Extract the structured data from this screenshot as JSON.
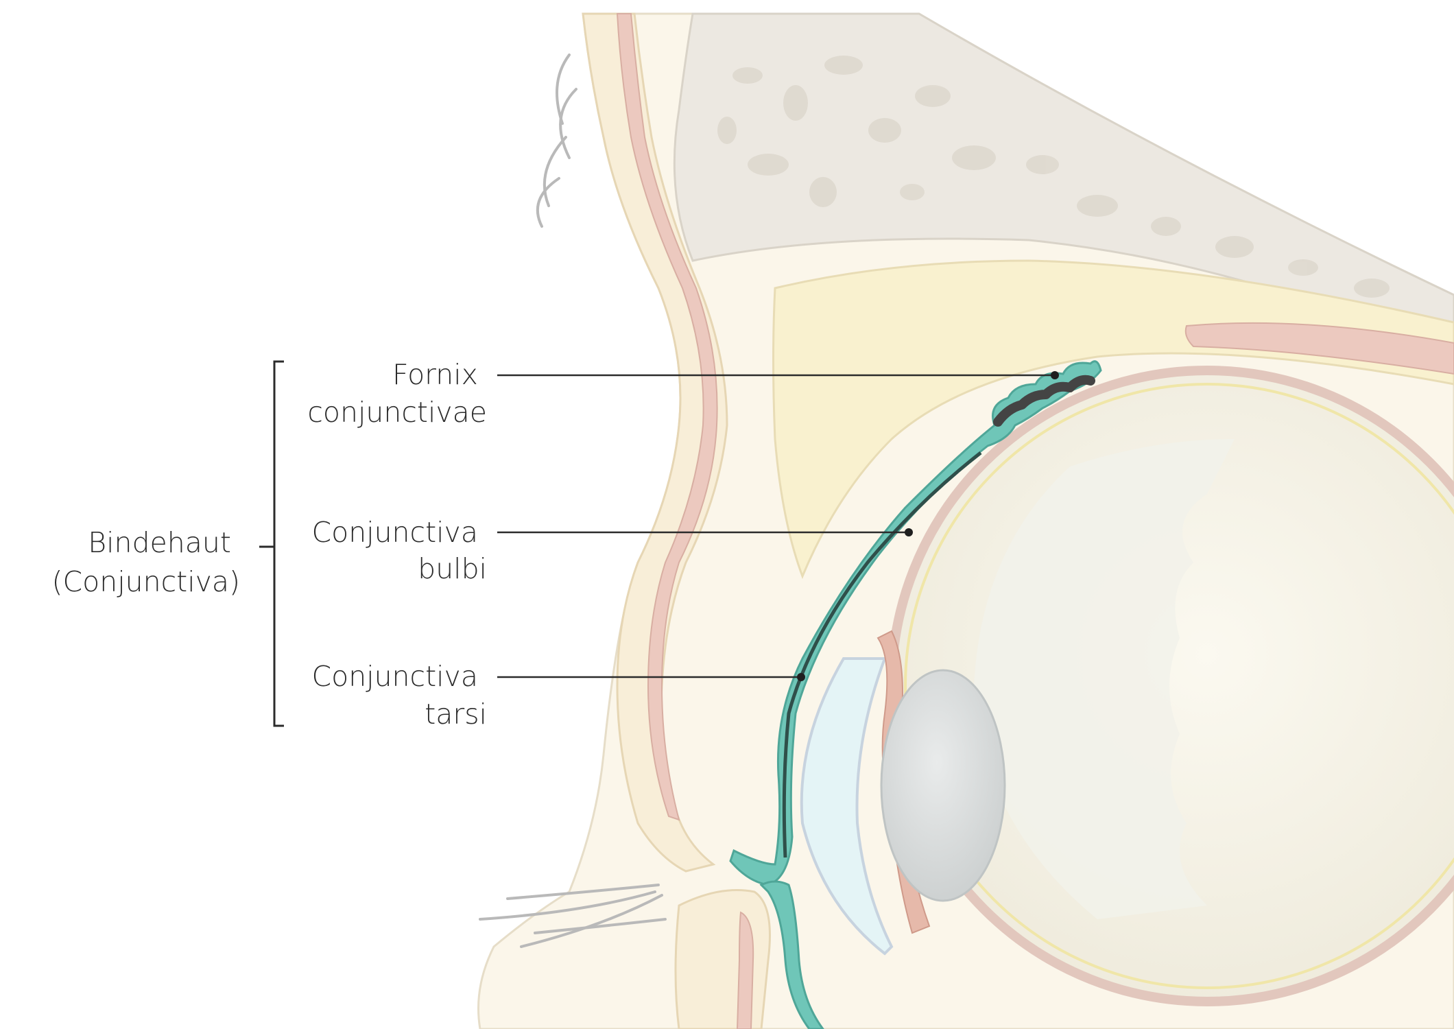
{
  "group_label": {
    "line1": "Bindehaut",
    "line2": "(Conjunctiva)"
  },
  "labels": [
    {
      "id": "fornix",
      "line1": "Fornix",
      "line2": "conjunctivae"
    },
    {
      "id": "bulbi",
      "line1": "Conjunctiva",
      "line2": "bulbi"
    },
    {
      "id": "tarsi",
      "line1": "Conjunctiva",
      "line2": "tarsi"
    }
  ],
  "colors": {
    "conjunctiva": "#6fc6b8",
    "conjunctiva_dark": "#2f4f4a",
    "skin": "#f8eed8",
    "fat": "#f9f1cf",
    "muscle": "#ecc9bf",
    "bone": "#ece8e1",
    "sclera": "#f4f1e6",
    "cornea": "#e4f4f6",
    "lens": "#d9dcdc",
    "leader": "#2b2b2b"
  }
}
